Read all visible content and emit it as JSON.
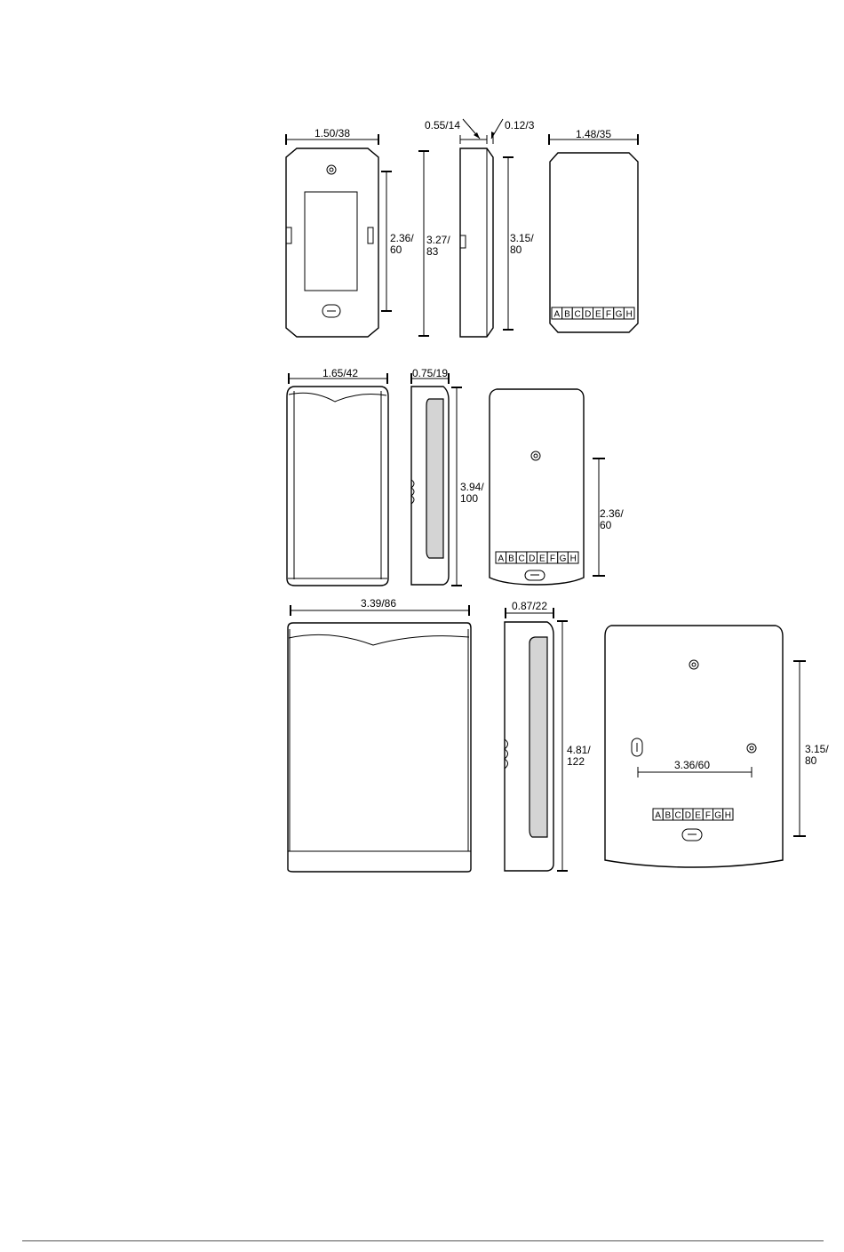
{
  "dimensions": {
    "small_width": "1.50/38",
    "small_depth_front": "0.55/14",
    "small_depth_rear": "0.12/3",
    "small_rear_width": "1.48/35",
    "small_mount": [
      "2.36/",
      "60"
    ],
    "small_height": [
      "3.27/",
      "83"
    ],
    "small_side_height": [
      "3.15/",
      "80"
    ],
    "medium_width": "1.65/42",
    "medium_depth": "0.75/19",
    "medium_height": [
      "3.94/",
      "100"
    ],
    "medium_mount": [
      "2.36/",
      "60"
    ],
    "large_width": "3.39/86",
    "large_depth": "0.87/22",
    "large_height": [
      "4.81/",
      "122"
    ],
    "large_hole_spacing": "3.36/60",
    "large_mount": [
      "3.15/",
      "80"
    ]
  },
  "terminals": [
    "A",
    "B",
    "C",
    "D",
    "E",
    "F",
    "G",
    "H"
  ]
}
